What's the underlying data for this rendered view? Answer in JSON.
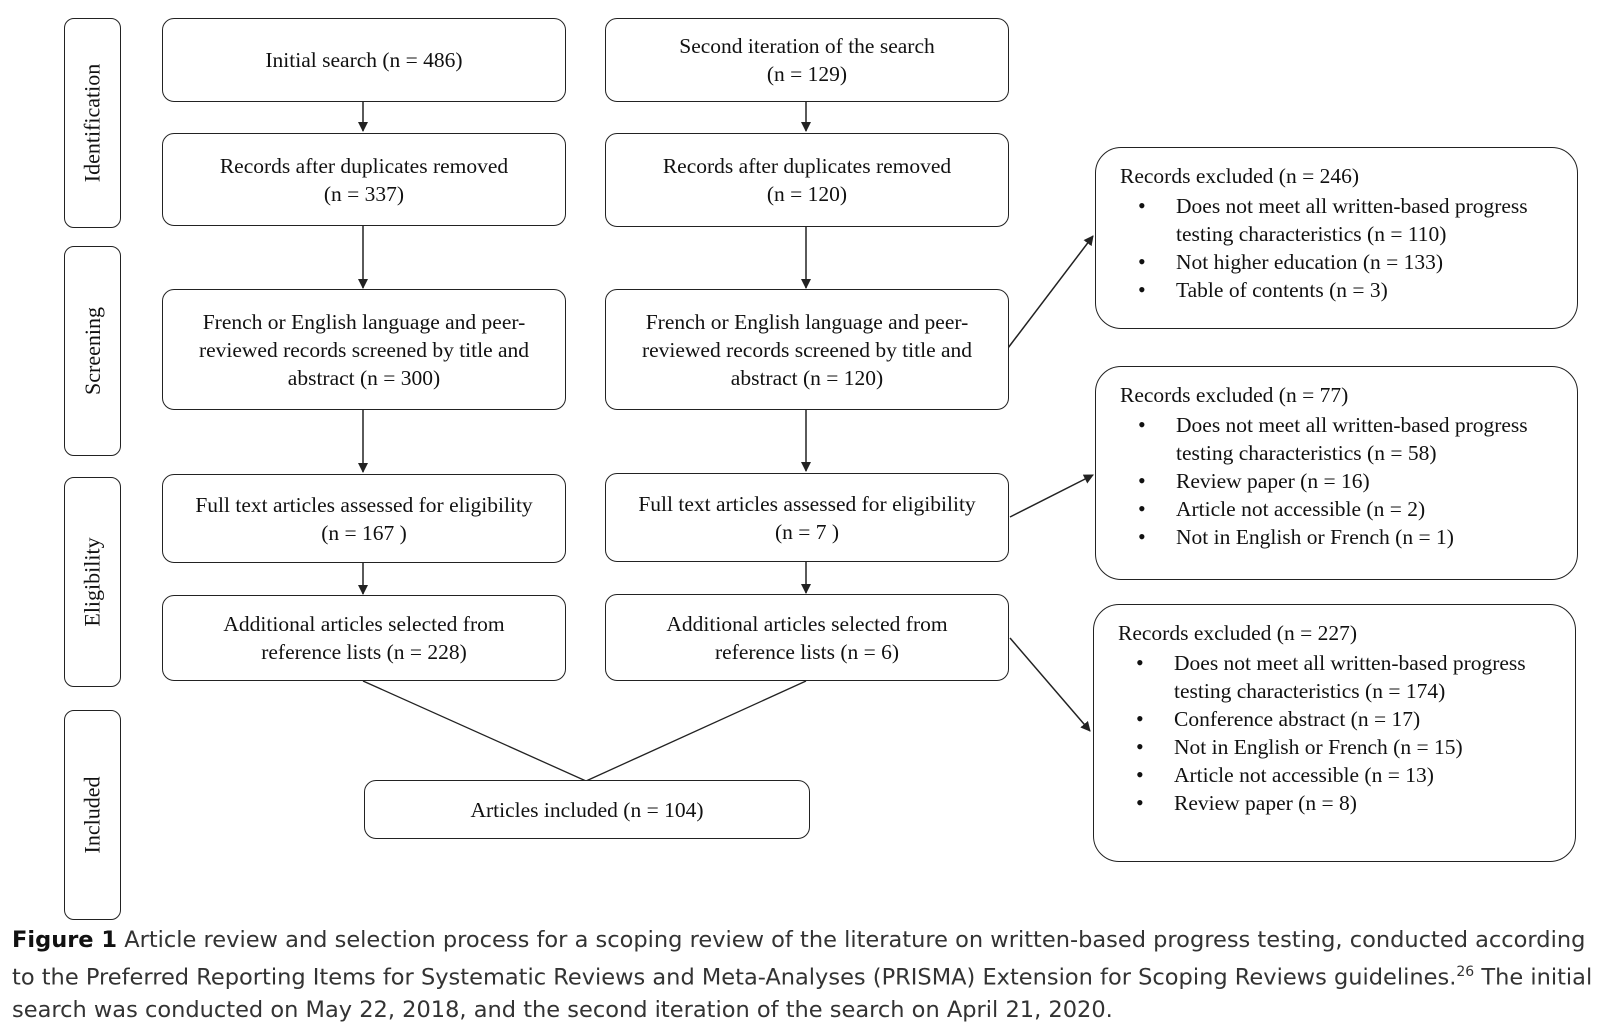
{
  "stages": [
    {
      "id": "identification",
      "label": "Identification"
    },
    {
      "id": "screening",
      "label": "Screening"
    },
    {
      "id": "eligibility",
      "label": "Eligibility"
    },
    {
      "id": "included",
      "label": "Included"
    }
  ],
  "left_column": {
    "initial_search": "Initial search (n = 486)",
    "duplicates_removed": [
      "Records after duplicates removed",
      "(n = 337)"
    ],
    "screened": [
      "French or English language and peer-",
      "reviewed records screened by title and",
      "abstract (n = 300)"
    ],
    "full_text": [
      "Full text articles assessed for eligibility",
      "(n = 167 )"
    ],
    "additional": [
      "Additional articles selected from",
      "reference lists (n = 228)"
    ]
  },
  "right_column": {
    "second_search": [
      "Second iteration of the search",
      "(n = 129)"
    ],
    "duplicates_removed": [
      "Records after duplicates removed",
      "(n = 120)"
    ],
    "screened": [
      "French or English language and peer-",
      "reviewed records screened by title and",
      "abstract (n = 120)"
    ],
    "full_text": [
      "Full text articles assessed for eligibility",
      "(n = 7 )"
    ],
    "additional": [
      "Additional articles selected from",
      "reference lists (n = 6)"
    ]
  },
  "included": "Articles included (n = 104)",
  "exclusions": [
    {
      "title": "Records excluded (n = 246)",
      "items": [
        "Does not meet all written-based progress testing characteristics (n = 110)",
        "Not higher education (n = 133)",
        "Table of contents (n = 3)"
      ]
    },
    {
      "title": "Records excluded (n = 77)",
      "items": [
        "Does not meet all written-based progress testing characteristics (n = 58)",
        "Review paper (n = 16)",
        "Article not accessible (n = 2)",
        "Not in English or French (n = 1)"
      ]
    },
    {
      "title": "Records excluded (n = 227)",
      "items": [
        "Does not meet all written-based progress testing characteristics (n = 174)",
        "Conference abstract (n = 17)",
        "Not in English or French (n = 15)",
        "Article not accessible (n = 13)",
        "Review paper (n = 8)"
      ]
    }
  ],
  "caption": {
    "label": "Figure 1",
    "text": " Article review and selection process for a scoping review of the literature on written-based progress testing, conducted according to the Preferred Reporting Items for Systematic Reviews and Meta-Analyses (PRISMA) Extension for Scoping Reviews guidelines.",
    "ref": "26",
    "text2": " The initial search was conducted on May 22, 2018, and the second iteration of the search on April 21, 2020."
  }
}
